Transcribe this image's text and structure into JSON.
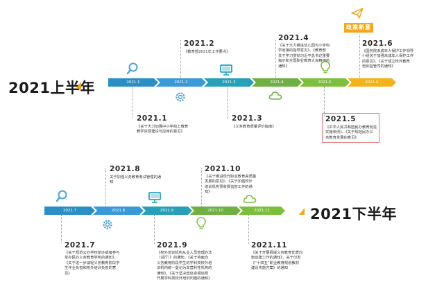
{
  "top": {
    "title": "2021上半年",
    "tag": "政策新意",
    "axis": [
      "2021.1",
      "2021.2",
      "2021.3",
      "2021.4",
      "2021.5",
      "2021.6"
    ],
    "events": [
      {
        "year": "2021.1",
        "lines": [
          "《关于大力加强中小学线上教育",
          "教学资源建设与应用的意见》"
        ]
      },
      {
        "year": "2021.2",
        "lines": [
          "《教育部2021年工作要点》"
        ]
      },
      {
        "year": "2021.3",
        "lines": [
          "《义务教育质量评价指南》"
        ]
      },
      {
        "year": "2021.4",
        "lines": [
          "《关于大力推进幼儿园与小学科",
          "学衔接的指导意见》、《教育部",
          "关于学习贯彻习近平总书记重要",
          "指示和全国职业教育大会精神的",
          "通知》"
        ]
      },
      {
        "year": "2021.5",
        "lines": [
          "《中华人民共和国民办教育促进",
          "实施条例》、《关于规范民办义",
          "务教育发展的意见》"
        ]
      },
      {
        "year": "2021.6",
        "lines": [
          "《国务院未成年人保护工作领导",
          "小组关于加强未成年人保护工作",
          "的意见》、《关于成立校外教育",
          "培训监管司的通知》"
        ]
      }
    ]
  },
  "bottom": {
    "title": "2021下半年",
    "axis": [
      "2021.7",
      "2021.8",
      "2021.9",
      "2021.10",
      "2021.11"
    ],
    "events": [
      {
        "year": "2021.7",
        "lines": [
          "《关于规范公办学校举办或者参与",
          "举办民办义务教育学校的通知》、",
          "《关于进一步减轻义务教育阶段学",
          "生作业负担和校外培训负担的意",
          "见》"
        ]
      },
      {
        "year": "2021.8",
        "lines": [
          "关于加强义务教育考试管理的通",
          "知"
        ]
      },
      {
        "year": "2021.9",
        "lines": [
          "《校外培训机构从业人员管理办法",
          "（试行）》的通知、《关于将面向",
          "义务教育阶段学生的学科类校外培",
          "训机构统一登记为非营利性机构的",
          "通知》、《关于坚决查处变相违规",
          "开展学科类校外培训问题的通知》"
        ]
      },
      {
        "year": "2021.10",
        "lines": [
          "《关于推进现代职业教育高质量",
          "发展的意见》、《关于加强校外",
          "培训机构预收费监管工作的通",
          "知》"
        ]
      },
      {
        "year": "2021.11",
        "lines": [
          "《关于开展县域义务教育优质均",
          "衡创建工作的通知》、关于印发",
          "《“十四五”职业教育规划教材",
          "建设实施方案》的通知"
        ]
      }
    ]
  },
  "colors": {
    "top_axis": [
      "#2b8fc6",
      "#3a9ad8",
      "#27a0b8",
      "#6fb043",
      "#7cbf3c",
      "#f4b21b"
    ],
    "bottom_axis": [
      "#2b8fc6",
      "#3a9ad8",
      "#27a0b8",
      "#6fb043",
      "#7cbf3c"
    ],
    "icons": "#4aa3d8",
    "icons_green": "#8cc152",
    "title_arrow": "#f4a81c",
    "highlight_border": "#e07a7a"
  },
  "icons": [
    "magnifier-icon",
    "gear-icon",
    "monitor-icon",
    "cloud-icon",
    "lightbulb-icon",
    "paper-plane-icon"
  ]
}
